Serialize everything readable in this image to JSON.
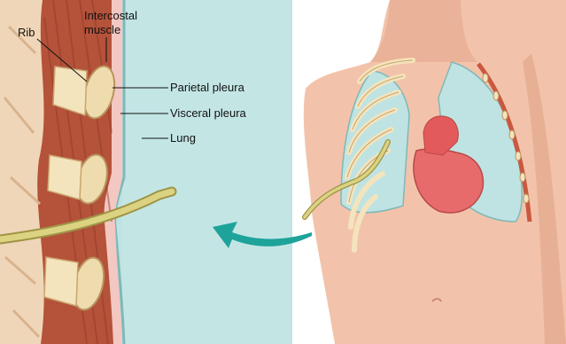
{
  "labels": {
    "rib": "Rib",
    "intercostal_line1": "Intercostal",
    "intercostal_line2": "muscle",
    "parietal_pleura": "Parietal pleura",
    "visceral_pleura": "Visceral pleura",
    "lung": "Lung"
  },
  "colors": {
    "skin": "#f2c3aa",
    "skin_shadow": "#e3a88c",
    "lung": "#bfe3e2",
    "lung_edge": "#7fb8b8",
    "muscle": "#b5523a",
    "rib_bone": "#efdcae",
    "pleura": "#f3c7c2",
    "tube": "#d8cf7a",
    "arrow": "#1ea39a",
    "heart": "#e86b6b"
  }
}
